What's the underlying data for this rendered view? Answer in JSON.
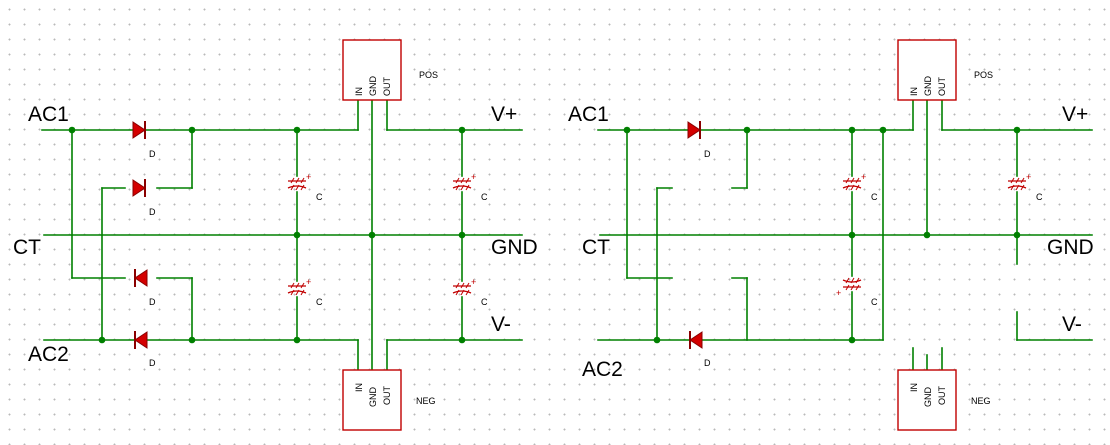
{
  "circuits": [
    {
      "net_labels": {
        "ac1": "AC1",
        "ct": "CT",
        "ac2": "AC2",
        "vplus": "V+",
        "gnd": "GND",
        "vminus": "V-"
      },
      "regulators": [
        {
          "pins": [
            "IN",
            "GND",
            "OUT"
          ],
          "name": "POS"
        },
        {
          "pins": [
            "IN",
            "GND",
            "OUT"
          ],
          "name": "NEG"
        }
      ],
      "diode_label": "D",
      "cap_label": "C",
      "cap_polarity": "+"
    },
    {
      "net_labels": {
        "ac1": "AC1",
        "ct": "CT",
        "ac2": "AC2",
        "vplus": "V+",
        "gnd": "GND",
        "vminus": "V-"
      },
      "regulators": [
        {
          "pins": [
            "IN",
            "GND",
            "OUT"
          ],
          "name": "POS"
        },
        {
          "pins": [
            "IN",
            "GND",
            "OUT"
          ],
          "name": "NEG"
        }
      ],
      "diode_label": "D",
      "cap_label": "C",
      "cap_polarity": "+"
    }
  ]
}
